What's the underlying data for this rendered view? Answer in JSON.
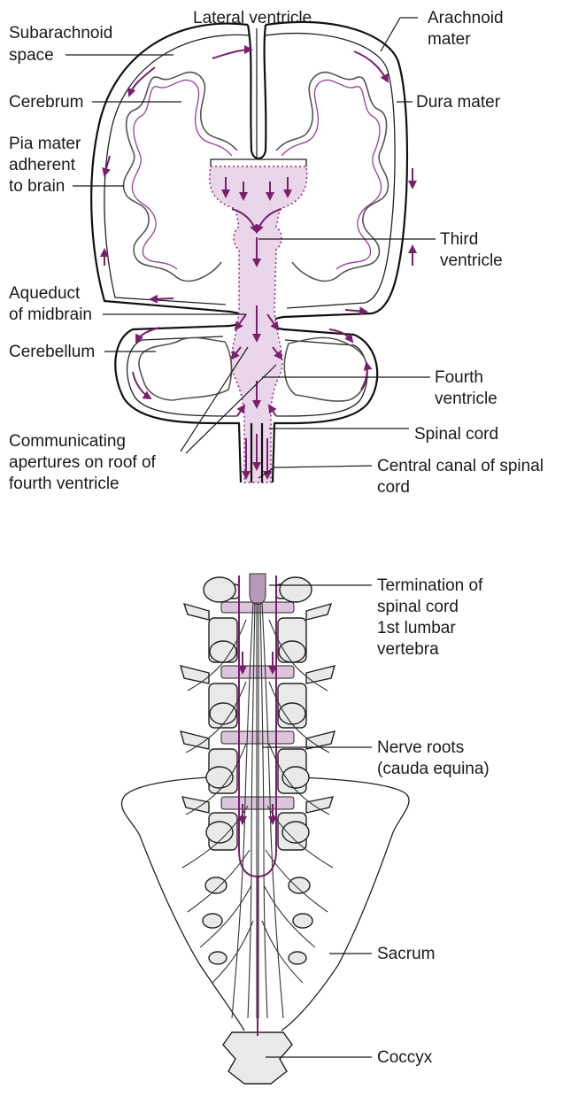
{
  "colors": {
    "csf_fill": "#ead6ea",
    "flow_arrow": "#7a1f6e",
    "pia": "#9b3c99",
    "outline": "#111111"
  },
  "brain": {
    "labels": {
      "lateral_ventricle": "Lateral ventricle",
      "subarachnoid_1": "Subarachnoid",
      "subarachnoid_2": "space",
      "arachnoid_1": "Arachnoid",
      "arachnoid_2": "mater",
      "cerebrum": "Cerebrum",
      "dura": "Dura mater",
      "pia_1": "Pia mater",
      "pia_2": "adherent",
      "pia_3": "to brain",
      "third_1": "Third",
      "third_2": "ventricle",
      "aqueduct_1": "Aqueduct",
      "aqueduct_2": "of midbrain",
      "cerebellum": "Cerebellum",
      "fourth_1": "Fourth",
      "fourth_2": "ventricle",
      "spinal_cord": "Spinal cord",
      "comm_1": "Communicating",
      "comm_2": "apertures on roof of",
      "comm_3": "fourth ventricle",
      "central_1": "Central canal of spinal",
      "central_2": "cord"
    }
  },
  "spine": {
    "labels": {
      "term_1": "Termination of",
      "term_2": "spinal cord",
      "term_3": "1st lumbar",
      "term_4": "vertebra",
      "roots_1": "Nerve roots",
      "roots_2": "(cauda equina)",
      "sacrum": "Sacrum",
      "coccyx": "Coccyx"
    }
  }
}
